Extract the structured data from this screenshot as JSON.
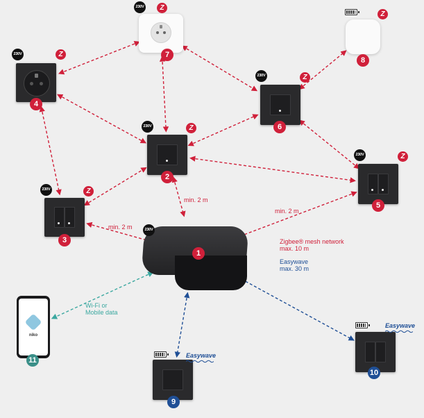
{
  "devices": [
    {
      "id": "1",
      "number": "1",
      "kind": "hub",
      "color": "red",
      "voltage": "230V"
    },
    {
      "id": "2",
      "number": "2",
      "kind": "switch-single",
      "color": "red",
      "voltage": "230V",
      "protocol": "zigbee"
    },
    {
      "id": "3",
      "number": "3",
      "kind": "switch-double",
      "color": "red",
      "voltage": "230V",
      "protocol": "zigbee"
    },
    {
      "id": "4",
      "number": "4",
      "kind": "socket-module",
      "color": "red",
      "voltage": "230V",
      "protocol": "zigbee"
    },
    {
      "id": "5",
      "number": "5",
      "kind": "switch-double",
      "color": "red",
      "voltage": "230V",
      "protocol": "zigbee"
    },
    {
      "id": "6",
      "number": "6",
      "kind": "switch-single",
      "color": "red",
      "voltage": "230V",
      "protocol": "zigbee"
    },
    {
      "id": "7",
      "number": "7",
      "kind": "smart-plug",
      "color": "red",
      "voltage": "230V",
      "protocol": "zigbee"
    },
    {
      "id": "8",
      "number": "8",
      "kind": "sensor",
      "color": "red",
      "power": "battery",
      "protocol": "zigbee"
    },
    {
      "id": "9",
      "number": "9",
      "kind": "switch-single",
      "color": "blue",
      "power": "battery",
      "protocol": "easywave"
    },
    {
      "id": "10",
      "number": "10",
      "kind": "switch-double",
      "color": "blue",
      "power": "battery",
      "protocol": "easywave"
    },
    {
      "id": "11",
      "number": "11",
      "kind": "smartphone",
      "color": "teal",
      "app_label": "niko"
    }
  ],
  "connections": [
    {
      "from": "7",
      "to": "4",
      "type": "zigbee"
    },
    {
      "from": "7",
      "to": "2",
      "type": "zigbee"
    },
    {
      "from": "7",
      "to": "6",
      "type": "zigbee"
    },
    {
      "from": "4",
      "to": "2",
      "type": "zigbee"
    },
    {
      "from": "4",
      "to": "3",
      "type": "zigbee"
    },
    {
      "from": "3",
      "to": "2",
      "type": "zigbee"
    },
    {
      "from": "3",
      "to": "1",
      "type": "zigbee"
    },
    {
      "from": "2",
      "to": "6",
      "type": "zigbee"
    },
    {
      "from": "2",
      "to": "5",
      "type": "zigbee"
    },
    {
      "from": "2",
      "to": "1",
      "type": "zigbee"
    },
    {
      "from": "6",
      "to": "8",
      "type": "zigbee"
    },
    {
      "from": "6",
      "to": "5",
      "type": "zigbee"
    },
    {
      "from": "5",
      "to": "1",
      "type": "zigbee"
    },
    {
      "from": "1",
      "to": "11",
      "type": "wifi"
    },
    {
      "from": "1",
      "to": "9",
      "type": "easywave"
    },
    {
      "from": "1",
      "to": "10",
      "type": "easywave"
    }
  ],
  "labels": {
    "min_2m_a": "min. 2 m",
    "min_2m_b": "min. 2 m",
    "min_2m_c": "min. 2 m",
    "zigbee_line1": "Zigbee® mesh network",
    "zigbee_line2": "max. 10 m",
    "easywave_line1": "Easywave",
    "easywave_line2": "max. 30 m",
    "wifi_line1": "Wi-Fi or",
    "wifi_line2": "Mobile data",
    "voltage_badge": "230V",
    "zigbee_badge": "Z",
    "easywave_logo": "Easywave",
    "app_name": "niko"
  },
  "colors": {
    "zigbee": "#d0203a",
    "easywave": "#1f4f96",
    "wifi": "#3ba8a0",
    "background": "#efefef"
  }
}
